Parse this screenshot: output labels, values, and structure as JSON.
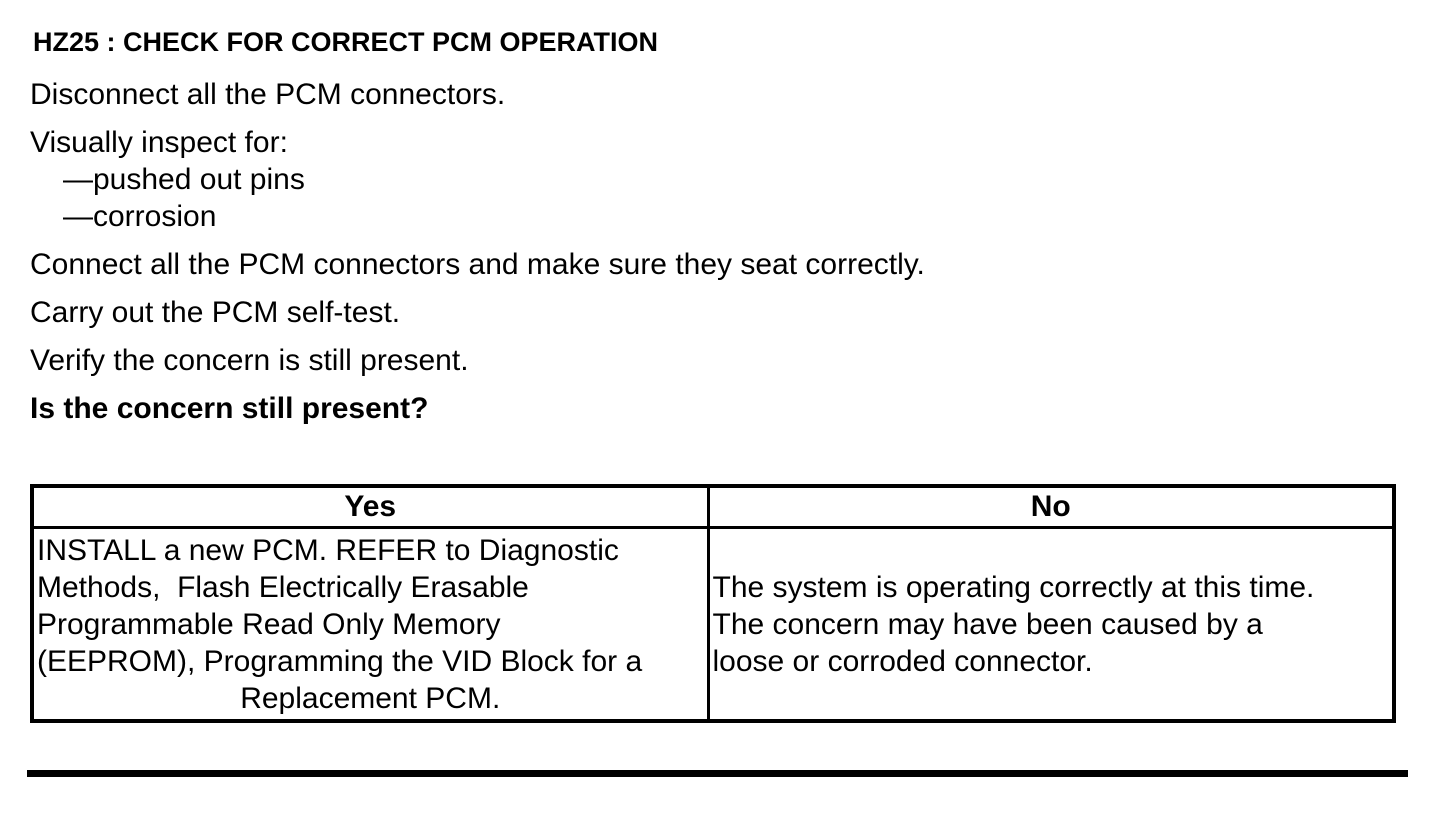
{
  "title": "HZ25 : CHECK FOR CORRECT PCM OPERATION",
  "steps": {
    "disconnect": "Disconnect all the PCM connectors.",
    "inspect_intro": "Visually inspect for:",
    "inspect_items": [
      "—pushed out pins",
      "—corrosion"
    ],
    "connect": "Connect all the PCM connectors and make sure they seat correctly.",
    "self_test": "Carry out the PCM self-test.",
    "verify": "Verify the concern is still present."
  },
  "question": "Is the concern still present?",
  "decision_table": {
    "headers": {
      "yes": "Yes",
      "no": "No"
    },
    "yes_lines": [
      "INSTALL a new PCM. REFER to Diagnostic",
      "Methods,  Flash Electrically Erasable",
      "Programmable Read Only Memory",
      "(EEPROM), Programming the VID Block for a",
      "Replacement PCM."
    ],
    "no_lines": [
      "The system is operating correctly at this time.",
      "The concern may have been caused by a",
      "loose or corroded connector."
    ]
  },
  "colors": {
    "text": "#000000",
    "background": "#ffffff",
    "border": "#000000"
  }
}
